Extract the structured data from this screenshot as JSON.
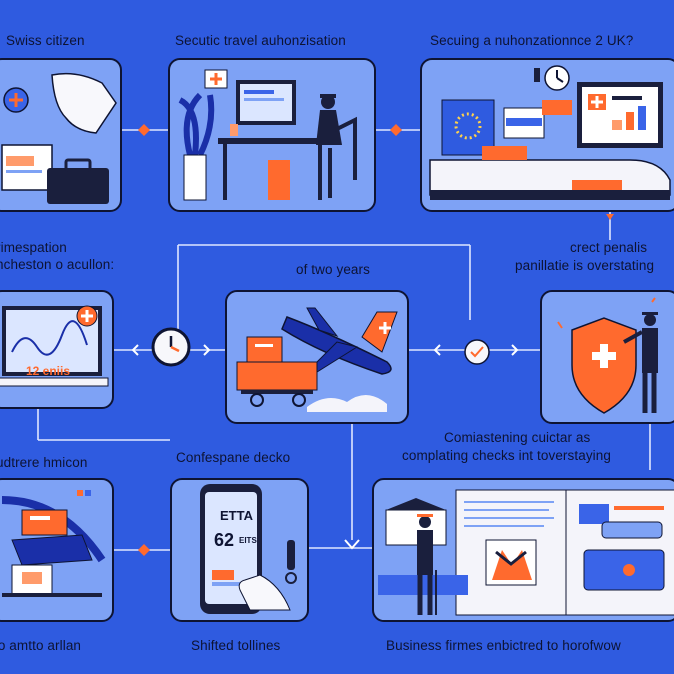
{
  "labels": {
    "swiss_citizen": "Swiss citizen",
    "secutic_travel": "Secutic travel auhonzisation",
    "secuing_auth": "Secuing a nuhonzationnce 2 UK?",
    "timespation": "rimespation",
    "chesion": "ncheston o acullon:",
    "two_years": "of two years",
    "crect_penalis": "crect penalis",
    "panilatie": "panillatie is overstating",
    "utrere": "udtrere hmicon",
    "confespane": "Confespane decko",
    "comiastening": "Comiastening cuictar as",
    "complating": "complating checks int toverstaying",
    "amtto": "to amtto arllan",
    "shifted": "Shifted tollines",
    "business": "Business firmes enbictred to horofwow"
  },
  "overlay_text": {
    "laptop_screen_text": "12 eniis",
    "phone_title": "ETTA",
    "phone_number": "62",
    "phone_unit": "EITS"
  },
  "colors": {
    "background": "#2f5be0",
    "card": "#7ea2f5",
    "outline": "#0e1433",
    "accent_orange": "#ff6a2e",
    "white": "#ffffff"
  },
  "icons": {
    "clock": "clock-icon",
    "checkmark": "check-icon",
    "swiss_cross": "swiss-cross-icon",
    "shield": "shield-icon",
    "airplane": "airplane-icon"
  }
}
